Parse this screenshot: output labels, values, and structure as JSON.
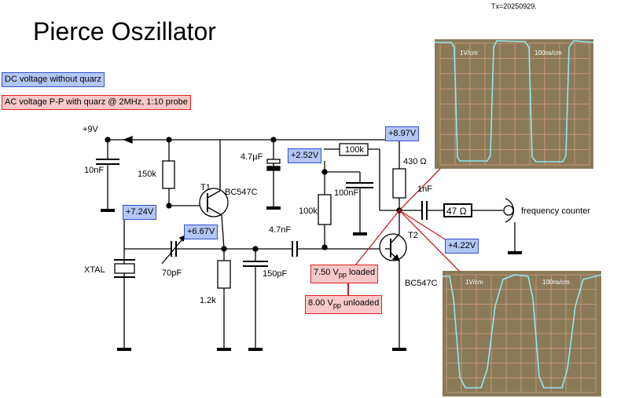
{
  "title": "Pierce Oszillator",
  "tx": "Tx=20250929.",
  "legend": {
    "dc": "DC voltage without quarz",
    "ac": "AC voltage P-P with quarz @ 2MHz, 1:10 probe"
  },
  "colors": {
    "dc_fill": "#b3c6f5",
    "ac_fill": "#f8c8c8",
    "trace": "#8ee8f0",
    "scope_bg": "#8a7a58"
  },
  "voltages": {
    "supply_label": "+9V",
    "v1": "+7.24V",
    "v2": "+6.67V",
    "v3": "+2.52V",
    "v4": "+8.97V",
    "v5": "+4.22V"
  },
  "ac": {
    "loaded_val": "7.50 V",
    "loaded_sub": "pp",
    "loaded_txt": " loaded",
    "unloaded_val": "8.00 V",
    "unloaded_sub": "pp",
    "unloaded_txt": " unloaded"
  },
  "components": {
    "c1": "10nF",
    "r1": "150k",
    "t1": "T1",
    "t1_type": "BC547C",
    "c_elko": "4.7µF",
    "r_fb": "100k",
    "r_c": "430 Ω",
    "c_out": "1nF",
    "c_dec": "100nF",
    "r_b": "100k",
    "c_coupling": "4.7nF",
    "t2": "T2",
    "t2_type": "BC547C",
    "xtal": "XTAL",
    "trimmer": "70pF",
    "r_e": "1.2k",
    "c_e": "150pF",
    "r_out": "47 Ω",
    "output": "frequency counter"
  },
  "scopes": [
    {
      "vdiv": "1V/cm",
      "tdiv": "100ns/cm"
    },
    {
      "vdiv": "1V/cm",
      "tdiv": "100ns/cm"
    }
  ]
}
